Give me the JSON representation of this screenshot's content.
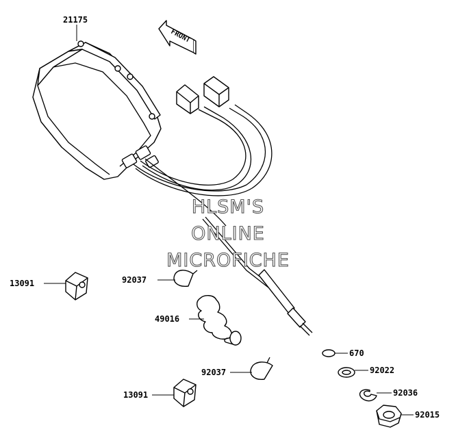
{
  "diagram": {
    "front_label": "FRONT",
    "watermark": [
      "HLSM'S",
      "ONLINE",
      "MICROFICHE"
    ],
    "callouts": {
      "actuator": "21175",
      "bushing_top": "13091",
      "clamp_top": "92037",
      "boot": "49016",
      "clamp_bottom": "92037",
      "bushing_bottom": "13091",
      "oring": "670",
      "washer": "92022",
      "circlip": "92036",
      "nut": "92015"
    }
  }
}
